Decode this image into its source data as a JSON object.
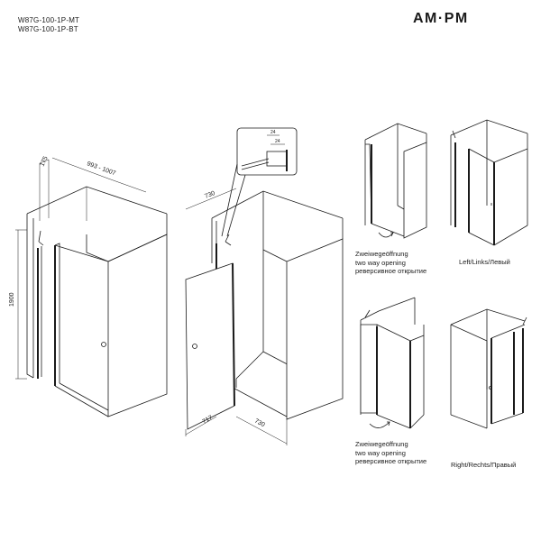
{
  "models": [
    "W87G-100-1P-MT",
    "W87G-100-1P-BT"
  ],
  "brand": "AM·PM",
  "dimensions": {
    "top_depth": "175",
    "top_width": "993 - 1007",
    "height": "1900",
    "depth_top": "730",
    "bottom_left": "717",
    "bottom_right": "730",
    "detail_a": "24",
    "detail_b": "24"
  },
  "captions": {
    "two_way_left": [
      "Zweiwegeöffnung",
      "two way opening",
      "реверсивное открытие"
    ],
    "left": "Left/Links/Левый",
    "two_way_right": [
      "Zweiwegeöffnung",
      "two way opening",
      "реверсивное открытие"
    ],
    "right": "Right/Rechts/Правый"
  }
}
